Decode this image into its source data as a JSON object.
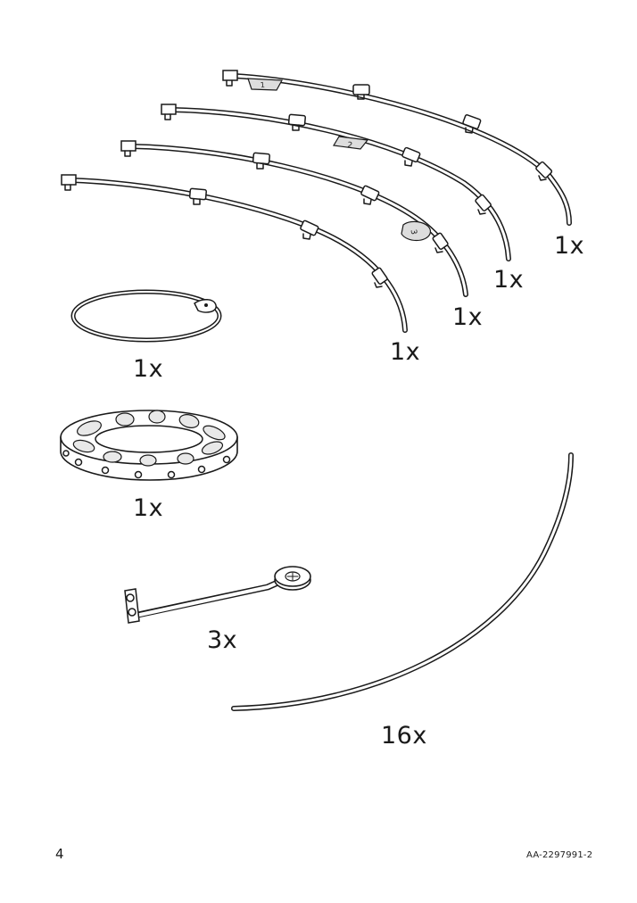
{
  "page": {
    "number": "4",
    "document_id": "AA-2297991-2"
  },
  "parts": [
    {
      "id": "arm-4-joint",
      "quantity": "1x"
    },
    {
      "id": "arm-marked-2",
      "quantity": "1x"
    },
    {
      "id": "arm-marked-3",
      "quantity": "1x"
    },
    {
      "id": "arm-marked-1",
      "quantity": "1x"
    },
    {
      "id": "wire-ring",
      "quantity": "1x"
    },
    {
      "id": "hub-ring",
      "quantity": "1x"
    },
    {
      "id": "bracket-with-disc",
      "quantity": "3x"
    },
    {
      "id": "curved-rod",
      "quantity": "16x"
    }
  ],
  "markers": {
    "arm_1": "1",
    "arm_2": "2",
    "arm_3": "3"
  }
}
